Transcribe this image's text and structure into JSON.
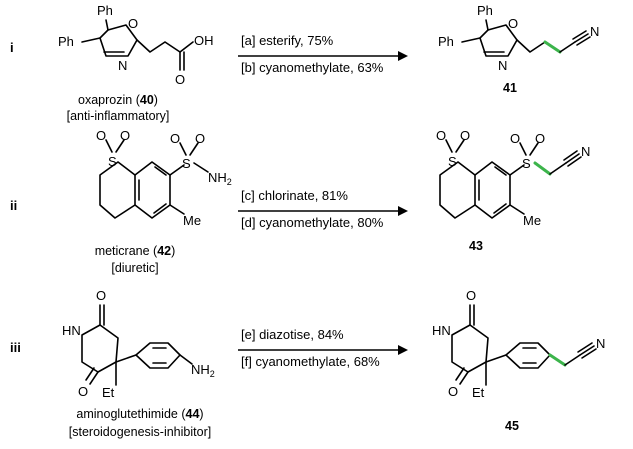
{
  "accent_color": "#3cb44b",
  "rows": [
    {
      "roman": "i",
      "start_name": "oxaprozin (",
      "start_num": "40",
      "start_close": ")",
      "start_class": "[anti-inflammatory]",
      "step1": "[a] esterify, 75%",
      "step2": "[b] cyanomethylate, 63%",
      "product_num": "41"
    },
    {
      "roman": "ii",
      "start_name": "meticrane (",
      "start_num": "42",
      "start_close": ")",
      "start_class": "[diuretic]",
      "step1": "[c] chlorinate, 81%",
      "step2": "[d] cyanomethylate, 80%",
      "product_num": "43"
    },
    {
      "roman": "iii",
      "start_name": "aminoglutethimide (",
      "start_num": "44",
      "start_close": ")",
      "start_class": "[steroidogenesis-inhibitor]",
      "step1": "[e] diazotise, 84%",
      "step2": "[f] cyanomethylate, 68%",
      "product_num": "45"
    }
  ],
  "atoms": {
    "ph": "Ph",
    "o": "O",
    "n": "N",
    "oh": "OH",
    "s": "S",
    "nh": "NH",
    "two": "2",
    "me": "Me",
    "hn": "HN",
    "et": "Et"
  }
}
